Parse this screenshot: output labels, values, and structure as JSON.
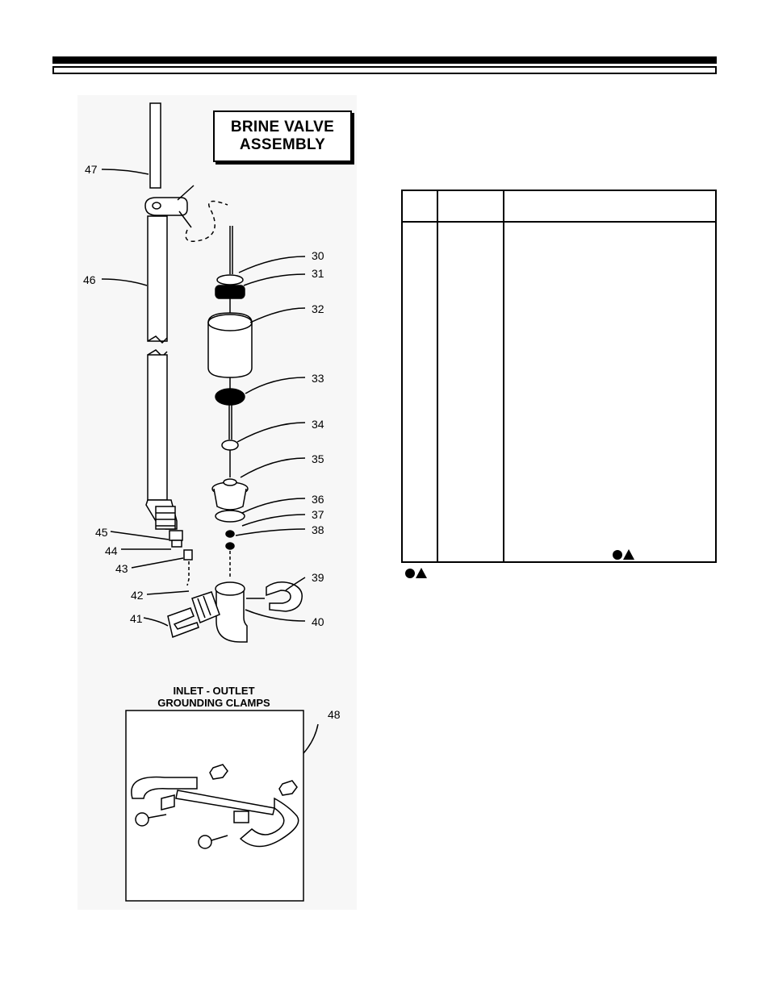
{
  "header": {
    "rule": "double-rule"
  },
  "diagram": {
    "title_line1": "BRINE VALVE",
    "title_line2": "ASSEMBLY",
    "callouts": [
      "30",
      "31",
      "32",
      "33",
      "34",
      "35",
      "36",
      "37",
      "38",
      "39",
      "40",
      "41",
      "42",
      "43",
      "44",
      "45",
      "46",
      "47",
      "48"
    ],
    "clamp_title_line1": "INLET - OUTLET",
    "clamp_title_line2": "GROUNDING CLAMPS"
  },
  "parts_table": {
    "symbols": [
      "filled-circle",
      "filled-triangle"
    ],
    "footnote_symbols": [
      "filled-circle",
      "filled-triangle"
    ]
  }
}
